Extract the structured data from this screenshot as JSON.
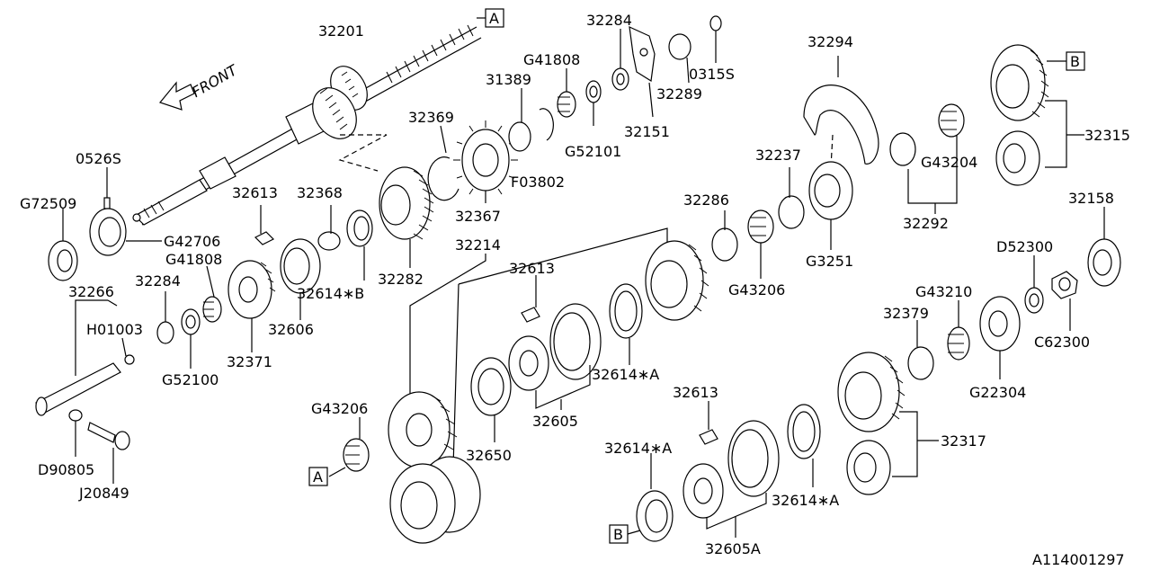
{
  "diagram": {
    "front_label": "FRONT",
    "reference_number": "A114001297",
    "part_labels": {
      "p32201": "32201",
      "p0526S": "0526S",
      "pG72509": "G72509",
      "pG42706": "G42706",
      "p32613a": "32613",
      "p32368": "32368",
      "pG41808a": "G41808",
      "p32284a": "32284",
      "p32266": "32266",
      "pH01003": "H01003",
      "p32371": "32371",
      "p32606": "32606",
      "p32614B": "32614∗B",
      "p32282": "32282",
      "pG52100": "G52100",
      "pD90805": "D90805",
      "pJ20849": "J20849",
      "p32369": "32369",
      "p31389": "31389",
      "pG41808b": "G41808",
      "p32284b": "32284",
      "p0315S": "0315S",
      "p32289": "32289",
      "p32151": "32151",
      "pG52101": "G52101",
      "pF03802": "F03802",
      "p32367": "32367",
      "p32294": "32294",
      "p32315": "32315",
      "p32237": "32237",
      "pG43204": "G43204",
      "p32286": "32286",
      "p32292": "32292",
      "p32158": "32158",
      "p32214": "32214",
      "p32613b": "32613",
      "pG43206a": "G43206",
      "pG3251": "G3251",
      "pD52300": "D52300",
      "p32614A1": "32614∗A",
      "pG43210": "G43210",
      "p32379": "32379",
      "pC62300": "C62300",
      "pG22304": "G22304",
      "p32605": "32605",
      "p32650": "32650",
      "pG43206b": "G43206",
      "p32613c": "32613",
      "p32614A2": "32614∗A",
      "p32614A3": "32614∗A",
      "p32317": "32317",
      "p32605A": "32605A"
    },
    "callouts": {
      "a1": "A",
      "a2": "A",
      "b1": "B",
      "b2": "B"
    }
  }
}
